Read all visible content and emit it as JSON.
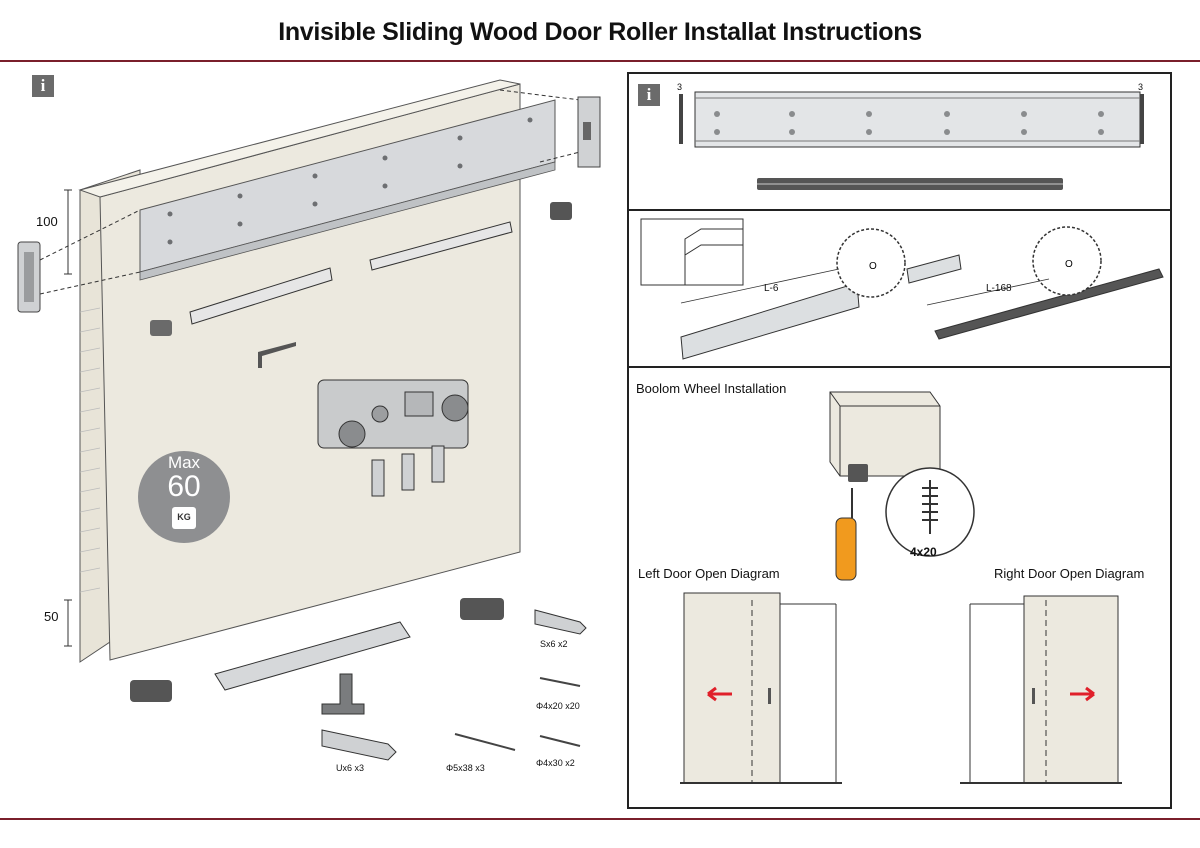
{
  "title": "Invisible Sliding Wood Door Roller Installat Instructions",
  "badges": {
    "left": "i",
    "right": "i"
  },
  "left": {
    "dim_top": "100",
    "dim_bottom": "50",
    "max": {
      "line1": "Max",
      "line2": "60",
      "unit": "KG"
    },
    "parts": {
      "sx6": "Sx6   x2",
      "s4x20": "Φ4x20  x20",
      "ux6": "Ux6    x3",
      "s5x38": "Φ5x38  x3",
      "s4x30": "Φ4x30  x2"
    }
  },
  "right": {
    "rail_mark_left": "3",
    "rail_mark_right": "3",
    "cut_left": "L-6",
    "cut_right": "L-168",
    "bottom_wheel": "Boolom Wheel Installation",
    "screw_size": "4x20",
    "left_diagram": "Left Door Open Diagram",
    "right_diagram": "Right Door Open Diagram"
  },
  "colors": {
    "rule": "#7a1f2b",
    "door": "#ece9df",
    "arrow": "#e0202a",
    "handle": "#f19a1e"
  }
}
